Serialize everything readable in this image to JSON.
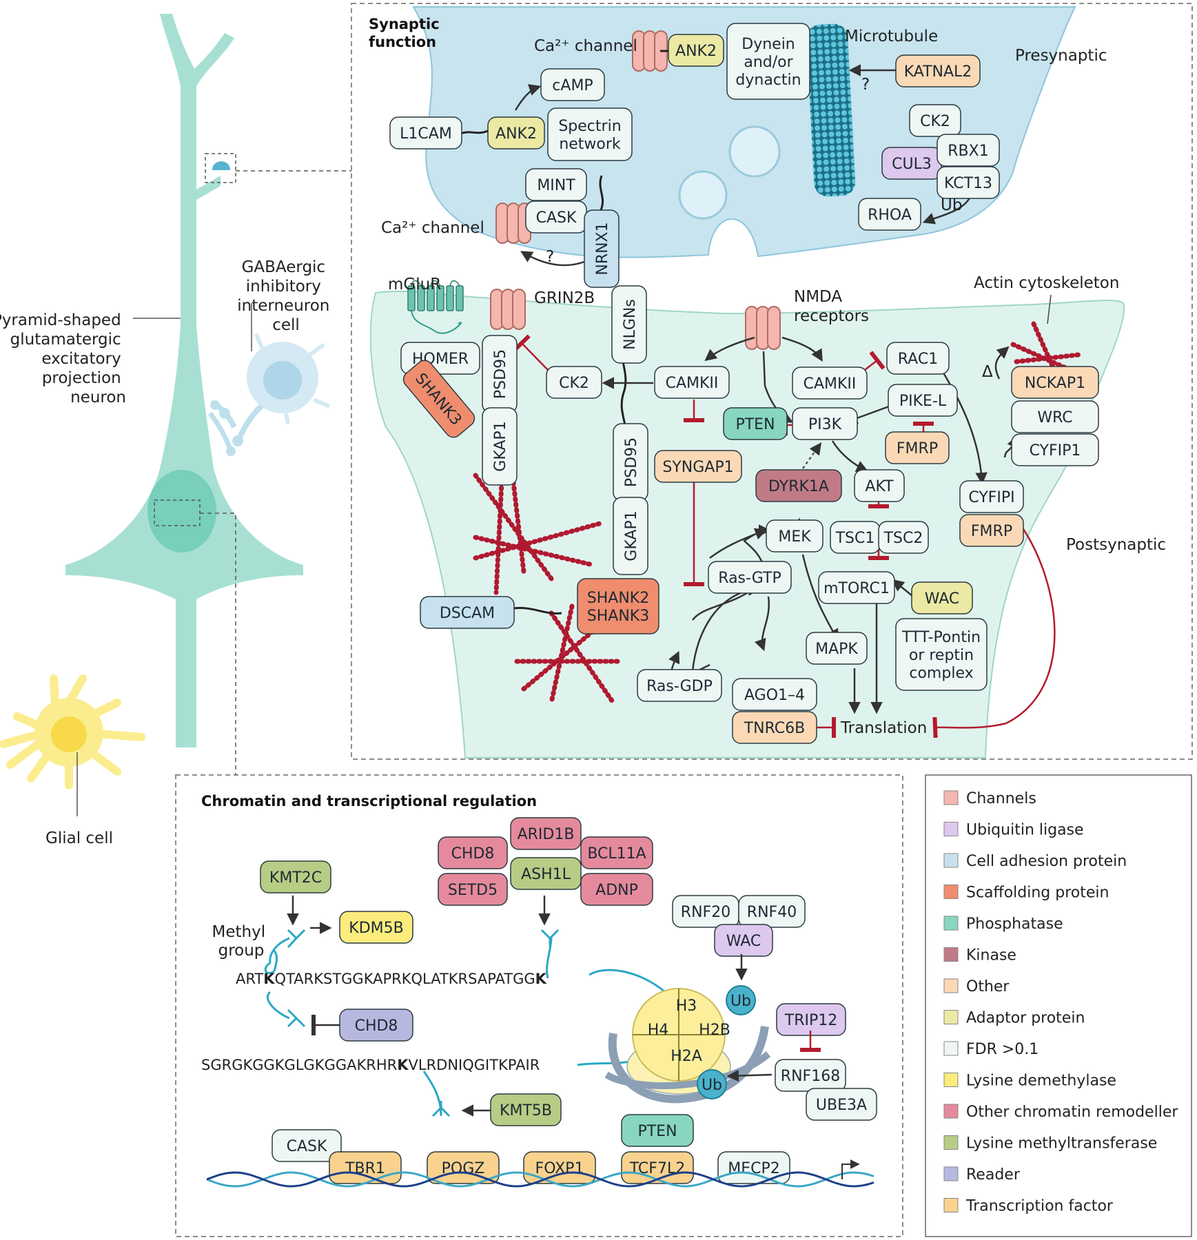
{
  "colors": {
    "channels": "#f4b6ae",
    "ubiquitin_ligase": "#ddc8ee",
    "cell_adhesion": "#c7e2ee",
    "scaffolding": "#ef8d6e",
    "phosphatase": "#88d6c0",
    "kinase": "#c07b86",
    "other": "#fbd9b6",
    "adaptor": "#ebe9a3",
    "fdr": "#eef7f4",
    "lysine_demethylase": "#fbec7d",
    "chromatin_remodeller": "#e58a9c",
    "lysine_methyltransferase": "#b7cc85",
    "reader": "#b7b8e0",
    "transcription_factor": "#f9d28e",
    "neuron": "#a7e0d2",
    "presynaptic": "#c7e4ef",
    "postsynaptic": "#dff3ee",
    "inhibit": "#b31b2d",
    "actin": "#b01a30",
    "dna": "#3aa7c8"
  },
  "cell": {
    "neuron_label": [
      "Pyramid-shaped",
      "glutamatergic",
      "excitatory",
      "projection",
      "neuron"
    ],
    "interneuron_label": [
      "GABAergic",
      "inhibitory",
      "interneuron",
      "cell"
    ],
    "glial_label": "Glial cell"
  },
  "synaptic": {
    "title": [
      "Synaptic",
      "function"
    ],
    "presynaptic_label": "Presynaptic",
    "postsynaptic_label": "Postsynaptic",
    "microtubule_label": "Microtubule",
    "actin_label": "Actin cytoskeleton",
    "nmda_label": [
      "NMDA",
      "receptors"
    ],
    "mglur_label": "mGluR",
    "ca_channel_label": "Ca²⁺ channel",
    "question_mark": "?",
    "ub_label": "Ub",
    "delta_label": "Δ",
    "proteins": {
      "ank2_top": "ANK2",
      "dynein": [
        "Dynein",
        "and/or",
        "dynactin"
      ],
      "katnal2": "KATNAL2",
      "camp": "cAMP",
      "l1cam": "L1CAM",
      "ank2_mid": "ANK2",
      "spectrin": [
        "Spectrin",
        "network"
      ],
      "ck2_pre": "CK2",
      "cul3": "CUL3",
      "rbx1": "RBX1",
      "kct13": "KCT13",
      "rhoa": "RHOA",
      "mint": "MINT",
      "cask": "CASK",
      "nrnx1": "NRNX1",
      "nlgns": "NLGNs",
      "grin2b": "GRIN2B",
      "homer": "HOMER",
      "psd95_a": "PSD95",
      "shank3_a": "SHANK3",
      "gkap1_a": "GKAP1",
      "ck2_post": "CK2",
      "camkii_a": "CAMKII",
      "camkii_b": "CAMKII",
      "rac1": "RAC1",
      "pike_l": "PIKE-L",
      "pten": "PTEN",
      "pi3k": "PI3K",
      "fmrp_a": "FMRP",
      "syngap1": "SYNGAP1",
      "dyrk1a": "DYRK1A",
      "akt": "AKT",
      "psd95_b": "PSD95",
      "gkap1_b": "GKAP1",
      "mek": "MEK",
      "tsc1": "TSC1",
      "tsc2": "TSC2",
      "ras_gtp": "Ras-GTP",
      "mtorc1": "mTORC1",
      "wac": "WAC",
      "shank23": [
        "SHANK2",
        "SHANK3"
      ],
      "dscam": "DSCAM",
      "mapk": "MAPK",
      "ttt": [
        "TTT-Pontin",
        "or reptin",
        "complex"
      ],
      "ras_gdp": "Ras-GDP",
      "ago": "AGO1–4",
      "tnrc6b": "TNRC6B",
      "translation": "Translation",
      "nckap1": "NCKAP1",
      "wrc": "WRC",
      "cyfip1": "CYFIP1",
      "cyfipi": "CYFIPI",
      "fmrp_b": "FMRP"
    }
  },
  "chromatin": {
    "title": "Chromatin and transcriptional regulation",
    "methyl_label": [
      "Methyl",
      "group"
    ],
    "seq1": [
      "ART",
      "K",
      "QTARKSTGGKAPRKQLATKRSAPATGG",
      "K"
    ],
    "seq2": [
      "SGRGKGGKGLGKGGAKRHR",
      "K",
      "VLRDNIQGITKPAIR"
    ],
    "ub_label": "Ub",
    "histones": {
      "h3": "H3",
      "h4": "H4",
      "h2b": "H2B",
      "h2a": "H2A"
    },
    "proteins": {
      "kmt2c": "KMT2C",
      "kdm5b": "KDM5B",
      "chd8_top": "CHD8",
      "arid1b": "ARID1B",
      "bcl11a": "BCL11A",
      "ash1l": "ASH1L",
      "setd5": "SETD5",
      "adnp": "ADNP",
      "rnf20": "RNF20",
      "rnf40": "RNF40",
      "wac": "WAC",
      "chd8_reader": "CHD8",
      "trip12": "TRIP12",
      "rnf168": "RNF168",
      "ube3a": "UBE3A",
      "kmt5b": "KMT5B",
      "cask": "CASK",
      "tbr1": "TBR1",
      "pogz": "POGZ",
      "foxp1": "FOXP1",
      "pten": "PTEN",
      "tcf7l2": "TCF7L2",
      "mecp2": "MECP2"
    }
  },
  "legend": [
    {
      "label": "Channels",
      "color": "#f4b6ae"
    },
    {
      "label": "Ubiquitin ligase",
      "color": "#ddc8ee"
    },
    {
      "label": "Cell adhesion protein",
      "color": "#c7e2ee"
    },
    {
      "label": "Scaffolding protein",
      "color": "#ef8d6e"
    },
    {
      "label": "Phosphatase",
      "color": "#88d6c0"
    },
    {
      "label": "Kinase",
      "color": "#c07b86"
    },
    {
      "label": "Other",
      "color": "#fbd9b6"
    },
    {
      "label": "Adaptor protein",
      "color": "#ebe9a3"
    },
    {
      "label": "FDR >0.1",
      "color": "#eef7f4"
    },
    {
      "label": "Lysine demethylase",
      "color": "#fbec7d"
    },
    {
      "label": "Other chromatin remodeller",
      "color": "#e58a9c"
    },
    {
      "label": "Lysine methyltransferase",
      "color": "#b7cc85"
    },
    {
      "label": "Reader",
      "color": "#b7b8e0"
    },
    {
      "label": "Transcription factor",
      "color": "#f9d28e"
    }
  ]
}
